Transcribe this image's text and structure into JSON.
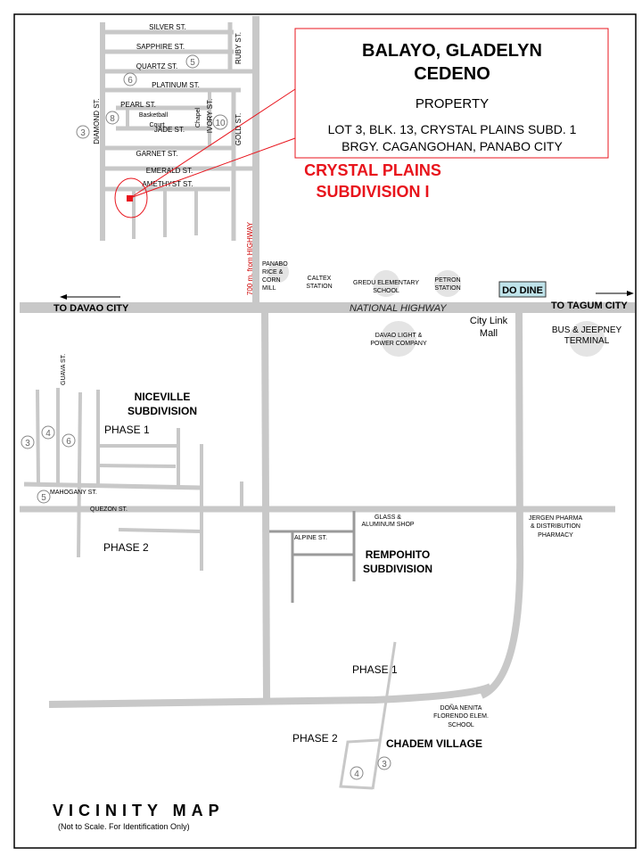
{
  "callout": {
    "owner_line1": "BALAYO, GLADELYN",
    "owner_line2": "CEDENO",
    "type": "PROPERTY",
    "lot": "LOT 3, BLK. 13, CRYSTAL PLAINS SUBD. 1",
    "barangay": "BRGY. CAGANGOHAN, PANABO CITY"
  },
  "subdivision_title": [
    "CRYSTAL PLAINS",
    "SUBDIVISION I"
  ],
  "streets": {
    "silver": "SILVER  ST.",
    "sapphire": "SAPPHIRE  ST.",
    "quartz": "QUARTZ  ST.",
    "platinum": "PLATINUM  ST.",
    "pearl": "PEARL  ST.",
    "jade": "JADE  ST.",
    "garnet": "GARNET  ST.",
    "emerald": "EMERALD  ST.",
    "amethyst": "AMETHYST  ST.",
    "ruby": "RUBY  ST.",
    "diamond": "DIAMOND  ST.",
    "ivory": "IVORY  ST.",
    "gold": "GOLD  ST.",
    "guava": "GUAVA  ST.",
    "mahogany": "MAHOGANY  ST.",
    "quezon": "QUEZON  ST.",
    "alpine": "ALPINE  ST."
  },
  "block_numbers": {
    "crystal": [
      "3",
      "5",
      "6",
      "8",
      "10"
    ],
    "niceville": [
      "3",
      "4",
      "6",
      "5"
    ],
    "chadem": [
      "4",
      "3"
    ]
  },
  "labels": {
    "basketball": [
      "Basketball",
      "Court"
    ],
    "chapel": "Chapel",
    "distance": "700 m. from HIGHWAY",
    "highway": "NATIONAL HIGHWAY",
    "to_davao": "TO DAVAO CITY",
    "to_tagum": "TO TAGUM CITY"
  },
  "landmarks": {
    "rice_mill": [
      "PANABO",
      "RICE &",
      "CORN",
      "MILL"
    ],
    "caltex": [
      "CALTEX",
      "STATION"
    ],
    "gredu": [
      "GREDU ELEMENTARY",
      "SCHOOL"
    ],
    "petron": [
      "PETRON",
      "STATION"
    ],
    "do_dine": "DO DINE",
    "citylink": [
      "City Link",
      "Mall"
    ],
    "davao_light": [
      "DAVAO LIGHT &",
      "POWER COMPANY"
    ],
    "bus": [
      "BUS & JEEPNEY",
      "TERMINAL"
    ],
    "glass": [
      "GLASS &",
      "ALUMINUM SHOP"
    ],
    "jergen": [
      "JERGEN PHARMA",
      "& DISTRIBUTION",
      "PHARMACY"
    ],
    "dona": [
      "DOÑA NENITA",
      "FLORENDO ELEM.",
      "SCHOOL"
    ]
  },
  "areas": {
    "niceville": [
      "NICEVILLE",
      "SUBDIVISION"
    ],
    "niceville_p1": "PHASE 1",
    "niceville_p2": "PHASE 2",
    "rempohito": [
      "REMPOHITO",
      "SUBDIVISION"
    ],
    "chadem": "CHADEM VILLAGE",
    "chadem_p1": "PHASE 1",
    "chadem_p2": "PHASE 2"
  },
  "title": "VICINITY MAP",
  "subtitle": "(Not to Scale. For Identification Only)",
  "colors": {
    "accent": "#e8141c",
    "road": "#c8c8c8",
    "dodine": "#bfe3ea"
  }
}
